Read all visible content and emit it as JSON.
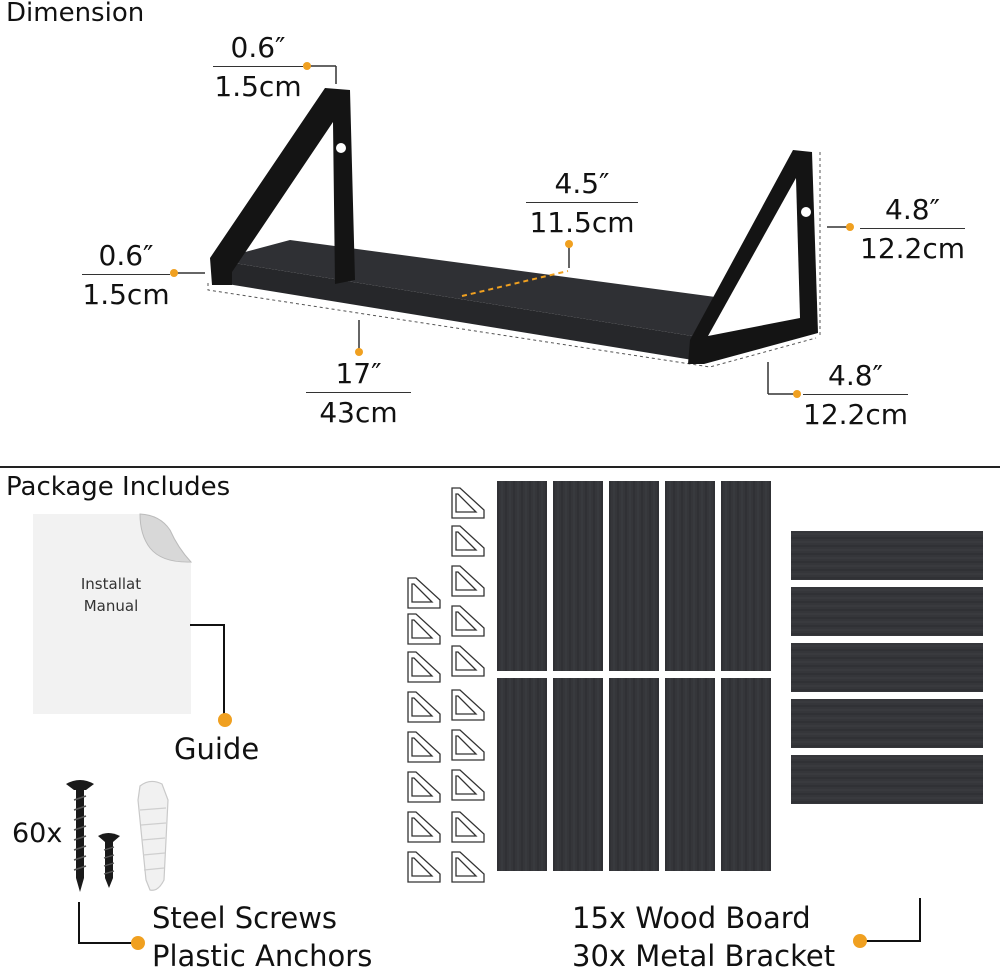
{
  "sections": {
    "dimension": "Dimension",
    "package": "Package Includes"
  },
  "dimensions": {
    "bracket_thickness": {
      "in": "0.6″",
      "cm": "1.5cm"
    },
    "board_thickness": {
      "in": "0.6″",
      "cm": "1.5cm"
    },
    "bracket_width": {
      "in": "4.5″",
      "cm": "11.5cm"
    },
    "length": {
      "in": "17″",
      "cm": "43cm"
    },
    "height": {
      "in": "4.8″",
      "cm": "12.2cm"
    },
    "depth": {
      "in": "4.8″",
      "cm": "12.2cm"
    }
  },
  "package": {
    "manual_text": [
      "Installat",
      "Manual"
    ],
    "guide": "Guide",
    "screws_count": "60x",
    "screws_line1": "Steel Screws",
    "screws_line2": "Plastic Anchors",
    "boards_line1": "15x Wood Board",
    "boards_line2": "30x Metal Bracket"
  },
  "colors": {
    "accent": "#f0a020",
    "wood": "#35363a",
    "metal": "#141414"
  }
}
